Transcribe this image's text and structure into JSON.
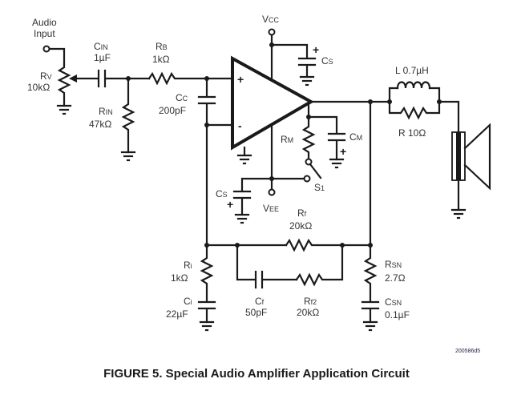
{
  "figure": {
    "caption": "FIGURE 5. Special Audio Amplifier Application Circuit",
    "figure_code": "200586d5"
  },
  "labels": {
    "audio_input_line1": "Audio",
    "audio_input_line2": "Input",
    "rv_name": "R",
    "rv_sub": "V",
    "rv_value": "10kΩ",
    "cin_name": "C",
    "cin_sub": "IN",
    "cin_value": "1µF",
    "rb_name": "R",
    "rb_sub": "B",
    "rb_value": "1kΩ",
    "rin_name": "R",
    "rin_sub": "IN",
    "rin_value": "47kΩ",
    "cc_name": "C",
    "cc_sub": "C",
    "cc_value": "200pF",
    "vcc_name": "V",
    "vcc_sub": "CC",
    "cs_top_name": "C",
    "cs_top_sub": "S",
    "opamp_plus": "+",
    "opamp_minus": "-",
    "rm_name": "R",
    "rm_sub": "M",
    "cm_name": "C",
    "cm_sub": "M",
    "s1_name": "S",
    "s1_sub": "1",
    "cs_bot_name": "C",
    "cs_bot_sub": "S",
    "vee_name": "V",
    "vee_sub": "EE",
    "l_label": "L 0.7µH",
    "r_label": "R 10Ω",
    "rf_name": "R",
    "rf_sub": "f",
    "rf_value": "20kΩ",
    "ri_name": "R",
    "ri_sub": "i",
    "ri_value": "1kΩ",
    "ci_name": "C",
    "ci_sub": "i",
    "ci_value": "22µF",
    "cf_name": "C",
    "cf_sub": "f",
    "cf_value": "50pF",
    "rf2_name": "R",
    "rf2_sub": "f2",
    "rf2_value": "20kΩ",
    "rsn_name": "R",
    "rsn_sub": "SN",
    "rsn_value": "2.7Ω",
    "csn_name": "C",
    "csn_sub": "SN",
    "csn_value": "0.1µF",
    "polarity_plus": "+"
  }
}
